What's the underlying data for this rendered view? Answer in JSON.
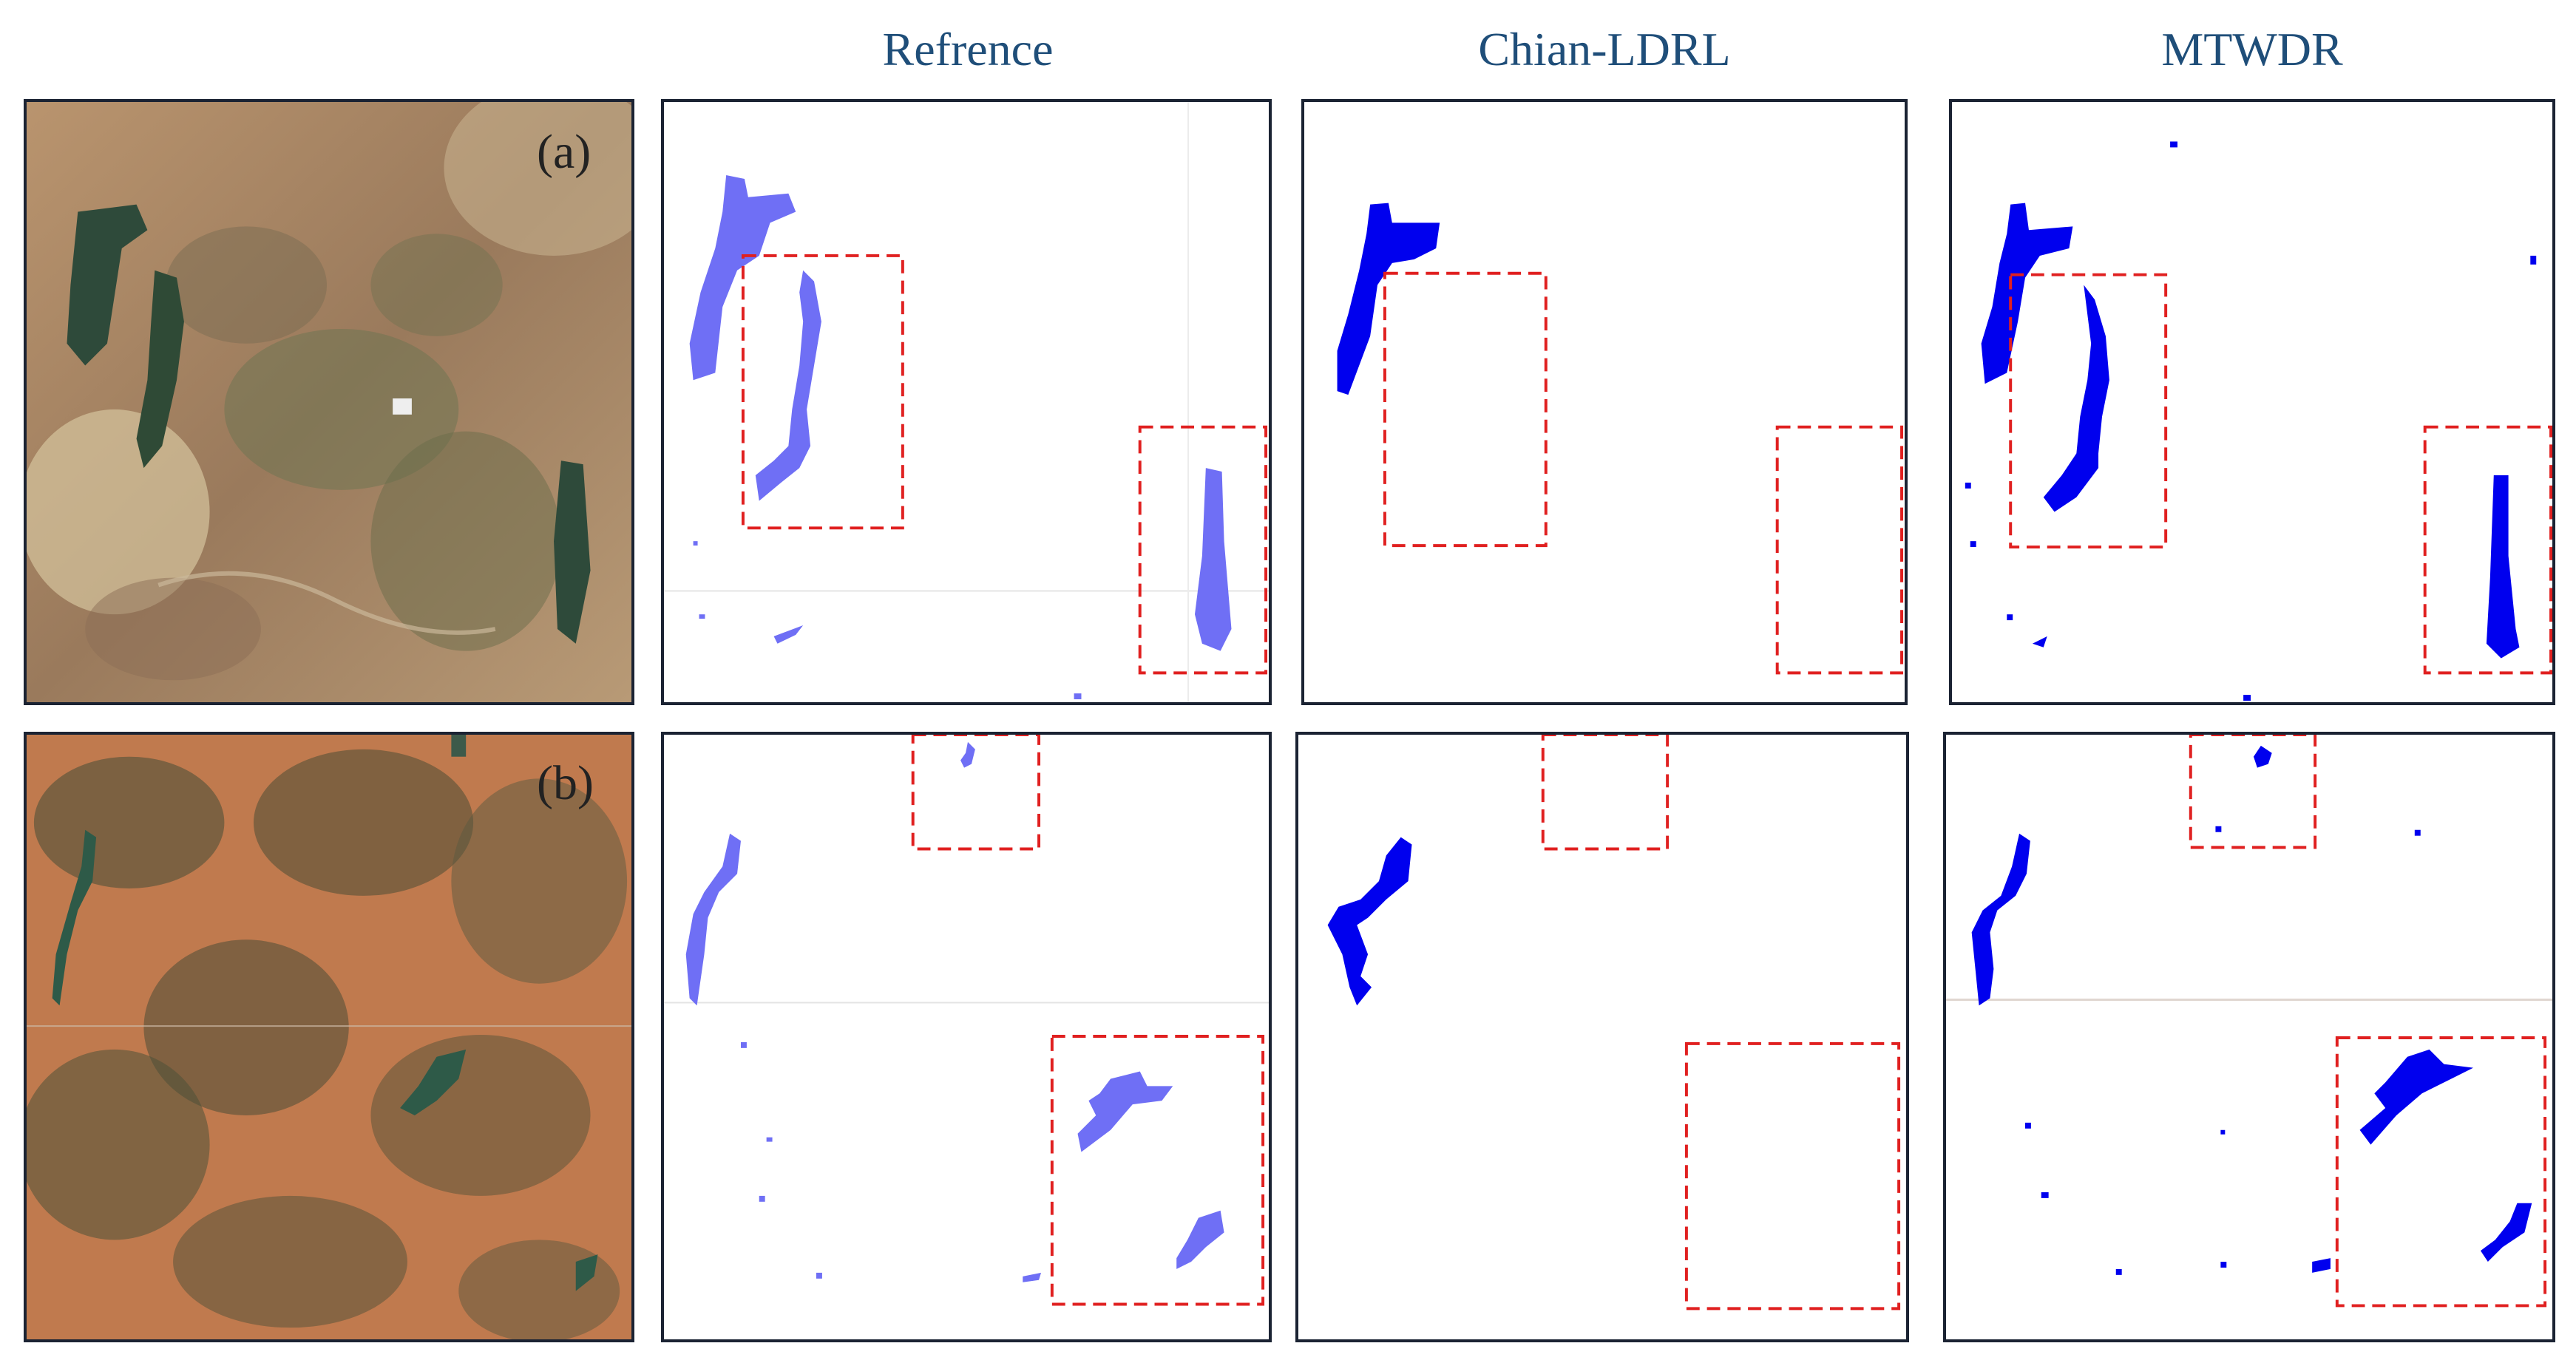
{
  "columns": {
    "reference": "Refrence",
    "chian_ldrl": "Chian-LDRL",
    "mtwdr": "MTWDR"
  },
  "rows": [
    {
      "label": "(a)"
    },
    {
      "label": "(b)"
    }
  ],
  "colors": {
    "reference_water": "#6f6ff5",
    "method_water": "#0000ee",
    "roi_box": "#e02020",
    "title_text": "#1f4e79",
    "panel_border": "#1b2333"
  }
}
